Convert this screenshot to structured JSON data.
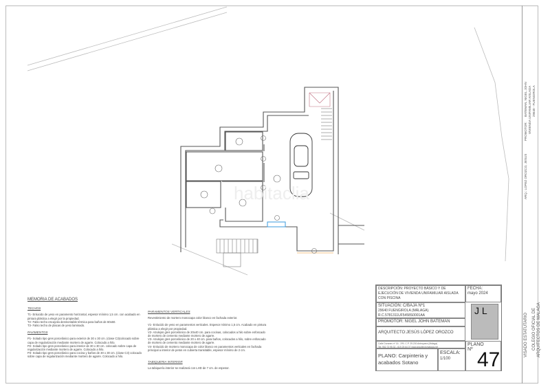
{
  "watermark": "habitaclia",
  "memoria": {
    "title": "MEMORIA DE ACABADOS",
    "techos_title": "TECHOS",
    "techos": [
      "T1- Enlucido de yeso en paramento horizontal, espesor mínimo 1,5 cm. con acabado en pintura plástica a elegir por la propiedad.",
      "T2- Falso techo escayola desmontable térmica para baños de 60x60.",
      "T3- Falso techo de placas de yeso laminado."
    ],
    "pavimentos_title": "PAVIMENTOS",
    "pavimentos": [
      "P1- Solado tipo gres porcelánico para exterior de 30 x 30 cm. (clase C3)colocado sobre capa de regularización mediante mortero de agarre. Colocado a hilo.",
      "P2- Solado tipo gres porcelánico para interior de 30 x 30 cm. colocado sobre capa de regularización mediante mortero de agarre. Colocado a hilo.",
      "P3- Solado tipo gres porcelánico para cocina y baños de 30 x 30 cm. (clase C3) colocado sobre capa de regularización mediante mortero de agarre. Colocado a hilo."
    ],
    "verticales_title": "PARAMENTOS VERTICALES",
    "verticales_intro": "Revestimiento de mortero monocapa color blanco en fachada exterior.",
    "verticales": [
      "V1- Enlucido de yeso en paramentos verticales. Espesor mínimo 1,5 cm. Acabado en pintura plástica a elegir por propiedad.",
      "V2- Azulejos gres porcelánico de 20x40 cm. para cocinas, colocados a hilo sobre enfoscado de mortero de cemento mediante mortero de agarre.",
      "V3- Azulejos gres porcelánico de 20 x 40 cm. para baños, colocados a hilo, sobre enfoscado de mortero de cemento mediante mortero de agarre.",
      "V4- Enlucido de mortero monocapa de color blanco en paramentos verticales en fachada principal a interior de petos en cubierta transitable, espesor mínimo de 2 cm."
    ],
    "tabiqueria_title": "TABIQUERIA INTERIOR",
    "tabiqueria": "La tabiquería interior se realizará con LHD de 7 cm. de espesor."
  },
  "title_block": {
    "descripcion": "DESCRIPCIÓN: PROYECTO BÁSICO Y DE EJECUCIÓN DE VIVIENDA UNIFAMILIAR AISLADA CON PISCINA",
    "fecha_label": "FECHA:",
    "fecha": "mayo 2024",
    "situacion": "SITUACIÓN: C/BAJA Nº1",
    "situacion_2": "29640 FUENGIROLA (MÁLAGA).",
    "ref_catastral": "R.C.5781311UF5458S0001AA",
    "promotor": "PROMOTOR: NIGEL JOHN BATEMAN",
    "arquitecto": "ARQUITECTO:JESÚS LÓPEZ OROZCO",
    "logo_letters": "J L",
    "address": "Calle Duranes nº 16 - 3ºB.    C.P. 29.200    Antequera (Málaga)",
    "contact": "Tel: 952 73 95 32 - 619 25 64 07 www.arquitectomalaga.net",
    "plano": "PLANO: Carpinteria  y acabados Sotano",
    "escala_label": "ESCALA:",
    "escala": "1/100",
    "plano_n_label": "PLANO Nº",
    "plano_n": "47"
  },
  "sidebar": {
    "promotor_label": "PROMOTOR:",
    "promotor": "BATEMAN, NIGEL JOHN",
    "obra": "VIVIENDA UNIFAMILIAR AISLADA",
    "lugar": "29640 - FUENGIROLA",
    "arq": "ARQ.: LOPEZ OROZCO, JESUS",
    "visado": "VISADO ESTATUTARIO",
    "colegio": "COLEGIO OFICIAL DE",
    "colegio_2": "ARQUITECTOS DE MALAGA"
  }
}
